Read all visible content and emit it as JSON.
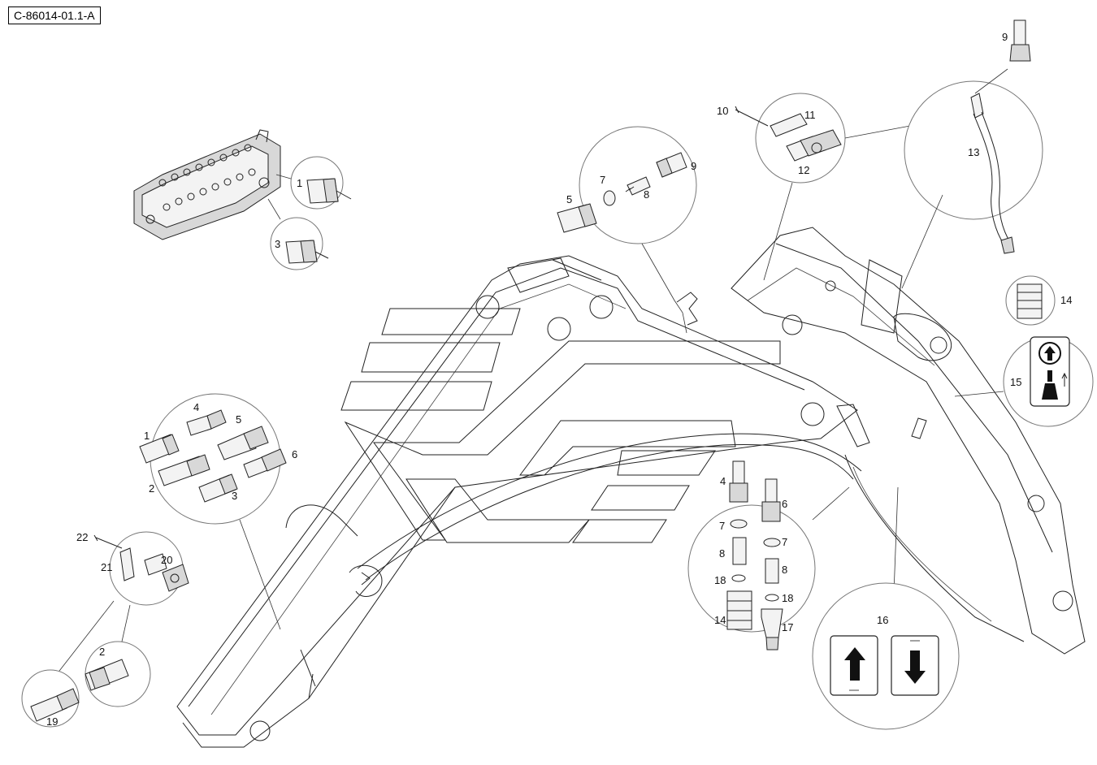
{
  "drawing_id": "C-86014-01.1-A",
  "callouts": {
    "c1a": "1",
    "c3a": "3",
    "c5a": "5",
    "c7a": "7",
    "c8a": "8",
    "c9a": "9",
    "c10": "10",
    "c11": "11",
    "c12": "12",
    "c9b": "9",
    "c13": "13",
    "c14a": "14",
    "c15": "15",
    "c4b": "4",
    "c1b": "1",
    "c5b": "5",
    "c6b": "6",
    "c2b": "2",
    "c3b": "3",
    "c22": "22",
    "c21": "21",
    "c20": "20",
    "c2c": "2",
    "c19": "19",
    "c4c": "4",
    "c7c": "7",
    "c8c": "8",
    "c18c": "18",
    "c14c": "14",
    "c6c": "6",
    "c7d": "7",
    "c8d": "8",
    "c18d": "18",
    "c17": "17",
    "c16": "16"
  },
  "icons": {
    "decal_15": "arrow-up-in-circle-icon",
    "decal_16_left": "arrow-up-icon",
    "decal_16_right": "arrow-down-icon"
  }
}
